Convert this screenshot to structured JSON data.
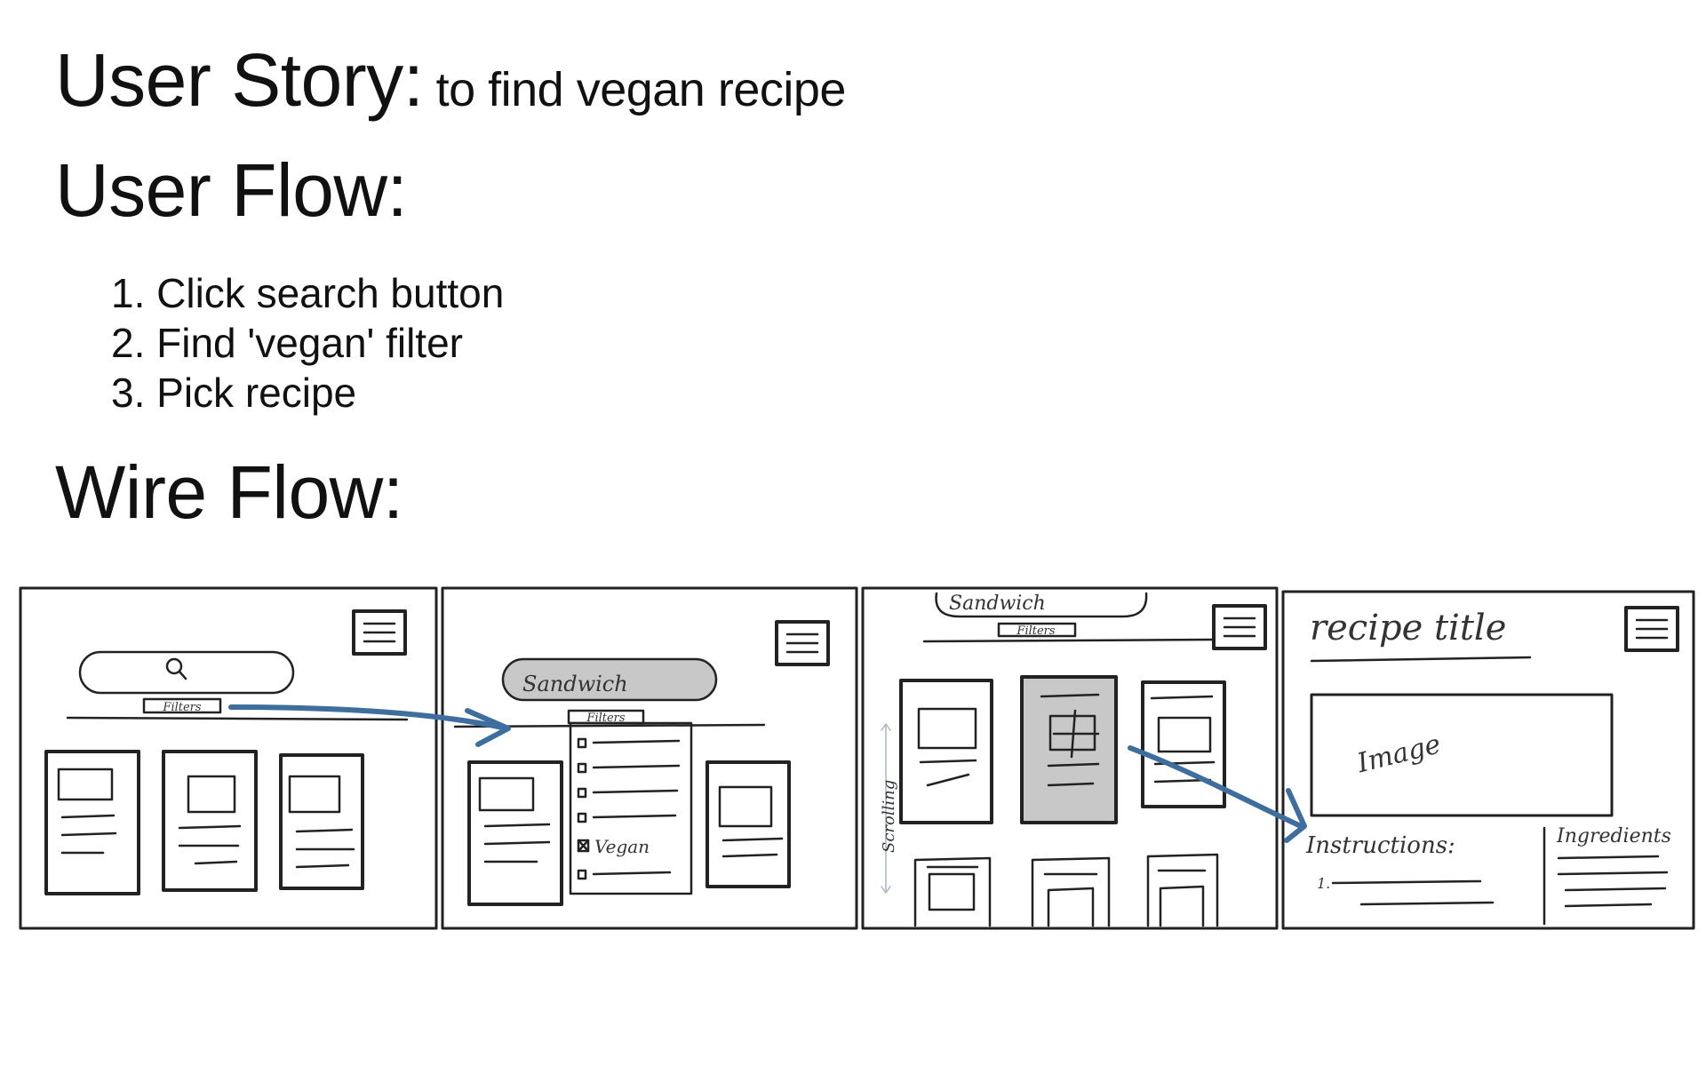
{
  "story": {
    "label": "User Story:",
    "text": "to find vegan recipe"
  },
  "flow": {
    "label": "User Flow:",
    "steps": [
      "1. Click search button",
      "2. Find 'vegan' filter",
      "3. Pick recipe"
    ]
  },
  "wire": {
    "label": "Wire Flow:",
    "frame1": {
      "filters": "Filters"
    },
    "frame2": {
      "search_value": "Sandwich",
      "filters": "Filters",
      "filter_option": "Vegan"
    },
    "frame3": {
      "search_value": "Sandwich",
      "filters": "Filters",
      "scroll_note": "Scrolling"
    },
    "frame4": {
      "title": "recipe title",
      "image": "Image",
      "instructions": "Instructions:",
      "ingredients": "Ingredients",
      "step1": "1."
    },
    "colors": {
      "arrow": "#3e6e9e",
      "highlight": "#c8c8c8",
      "ink": "#222222"
    }
  }
}
